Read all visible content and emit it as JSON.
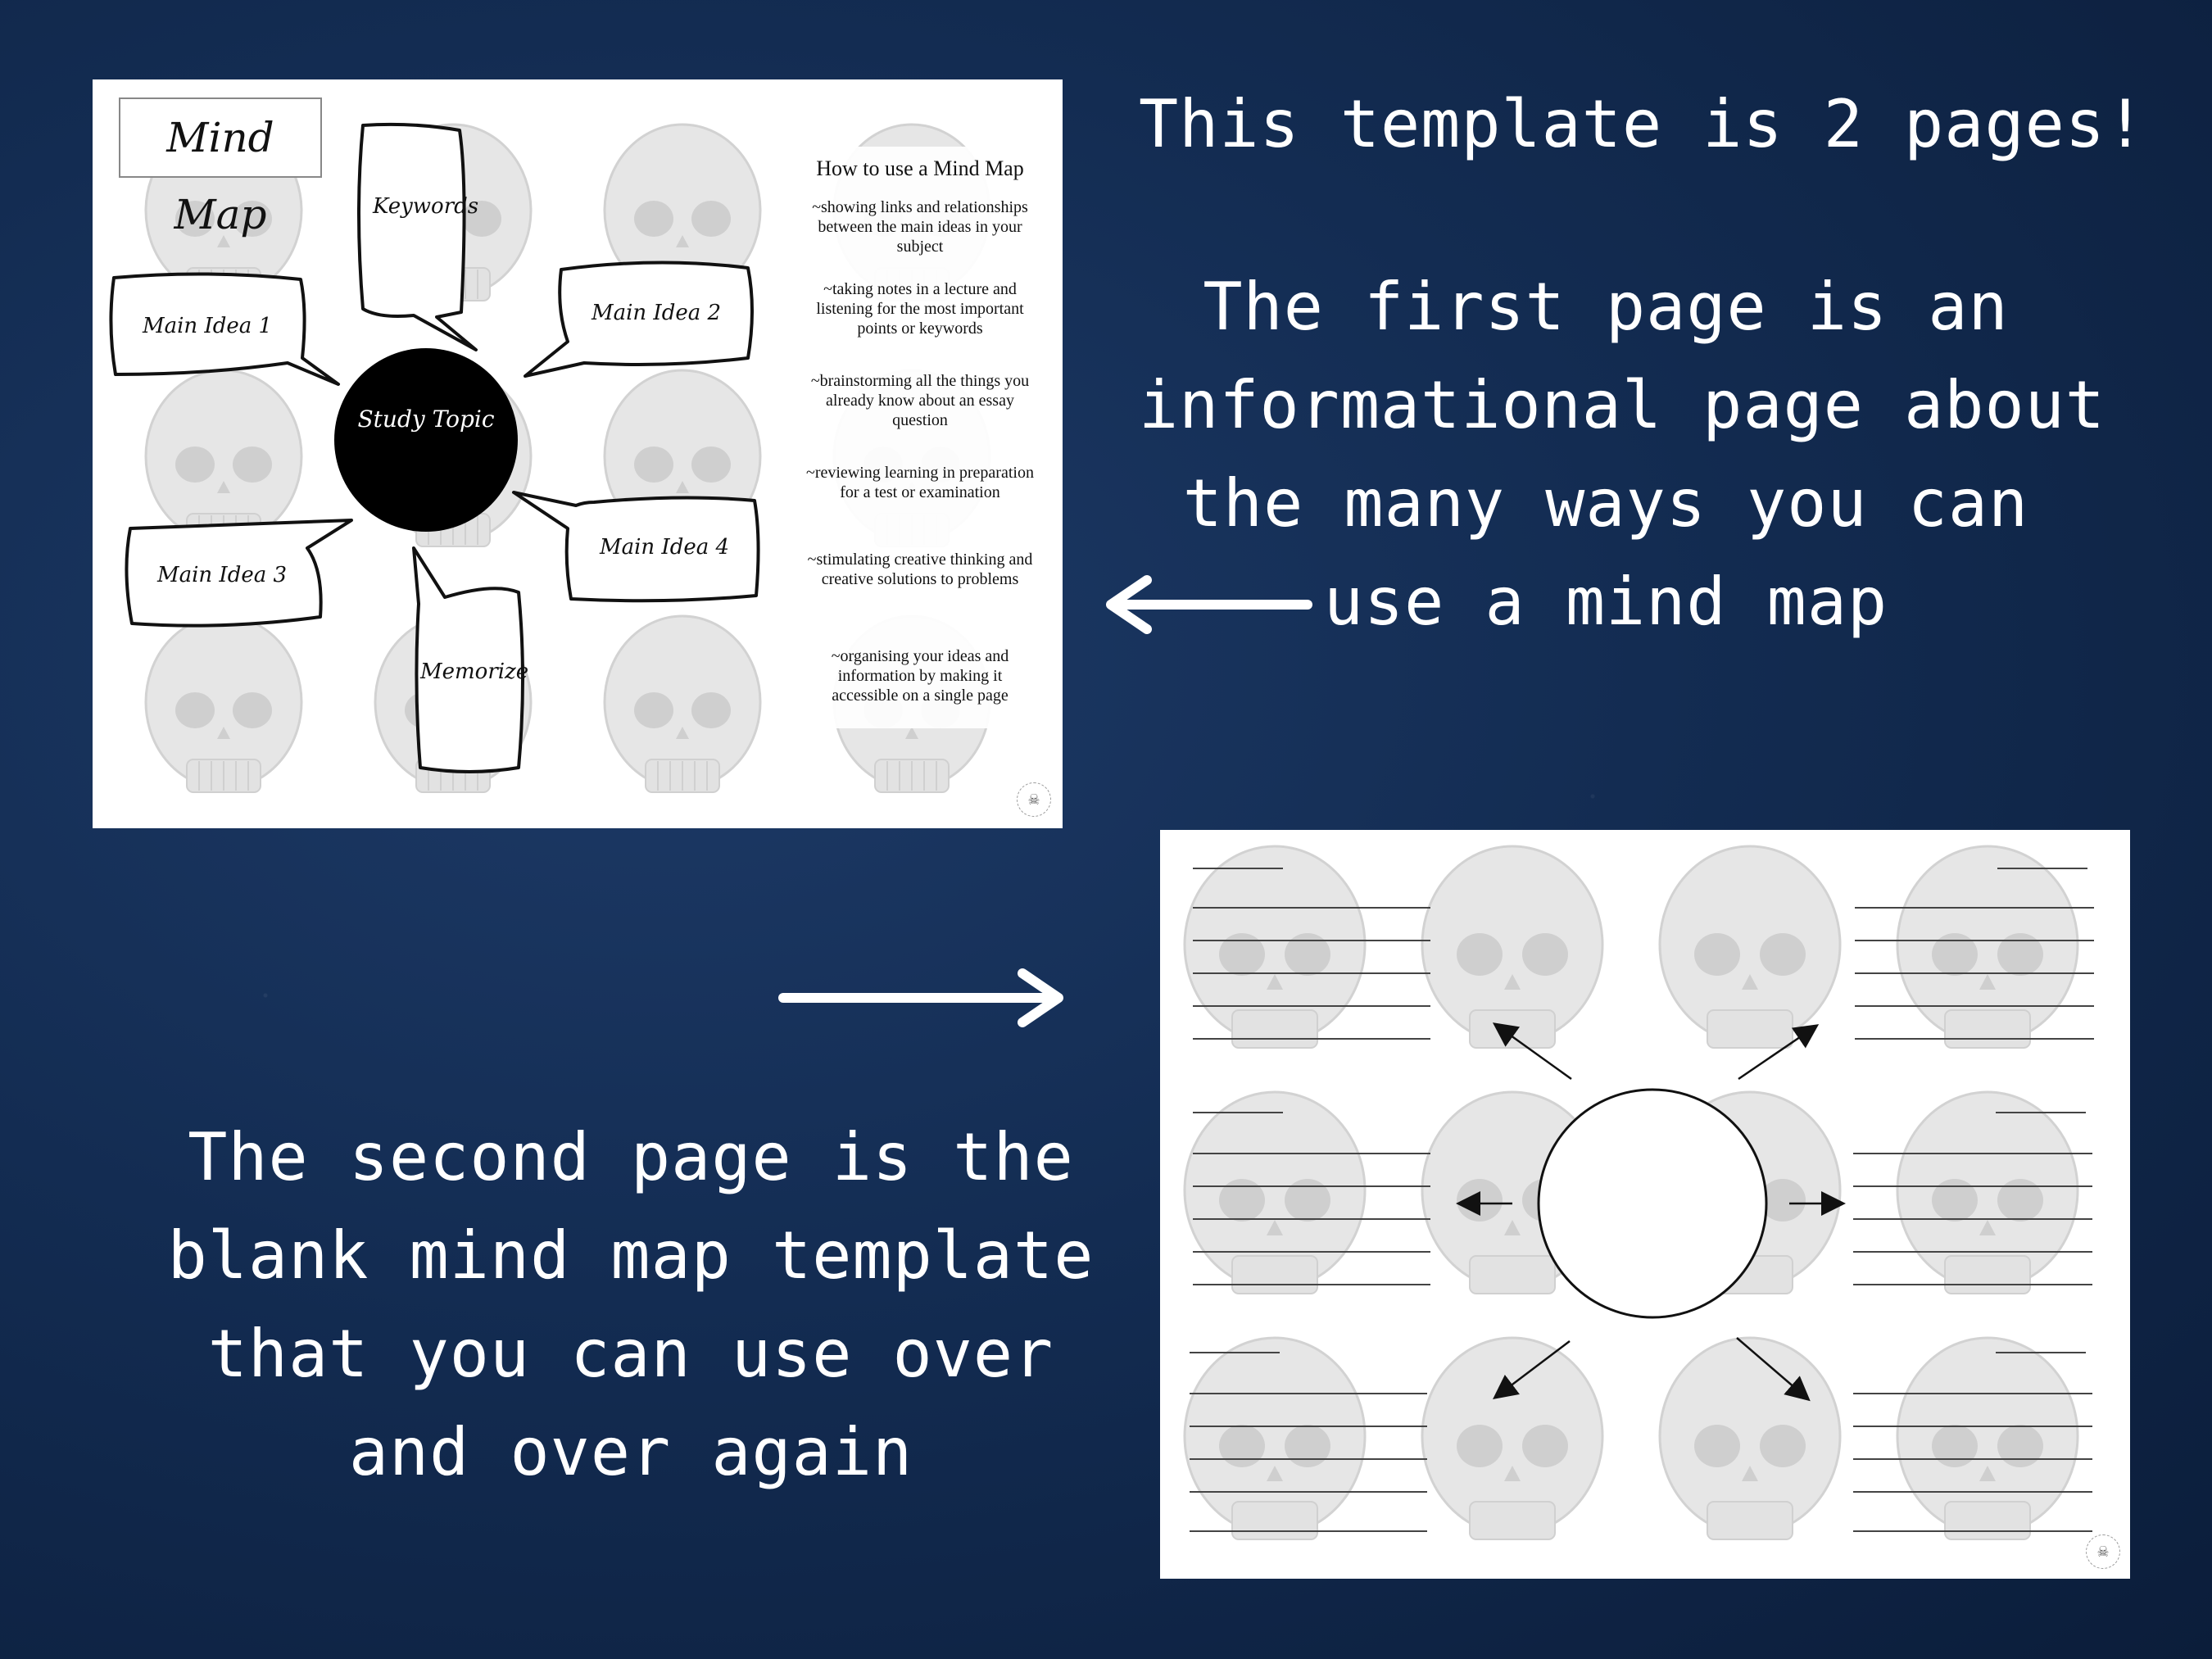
{
  "background": {
    "color": "#132c52"
  },
  "headlines": {
    "top": [
      "This template is 2 pages!"
    ],
    "middle": [
      "The first page is an",
      "informational page about",
      "the many ways you can",
      "use a mind map"
    ],
    "bottom": [
      "The second page is the",
      "blank mind map template",
      "that you can use over",
      "and over again"
    ]
  },
  "page1": {
    "title": "Mind Map",
    "center_topic": "Study Topic",
    "bubbles": [
      "Keywords",
      "Main Idea 1",
      "Main Idea 2",
      "Main Idea 3",
      "Main Idea 4",
      "Memorize"
    ],
    "howto": {
      "title": "How to use a Mind Map",
      "items": [
        "~showing links and relationships between the main ideas in your subject",
        "~taking notes in a lecture and listening for the most important points or keywords",
        "~brainstorming all the things you already know about an essay question",
        "~reviewing learning in preparation for a test or examination",
        "~stimulating creative thinking and creative solutions to problems",
        "~organising your ideas and information by making it accessible on a single page"
      ]
    }
  },
  "icons": {
    "watermark": "skull-icon",
    "arrow_left": "arrow-left-icon",
    "arrow_right": "arrow-right-icon"
  }
}
